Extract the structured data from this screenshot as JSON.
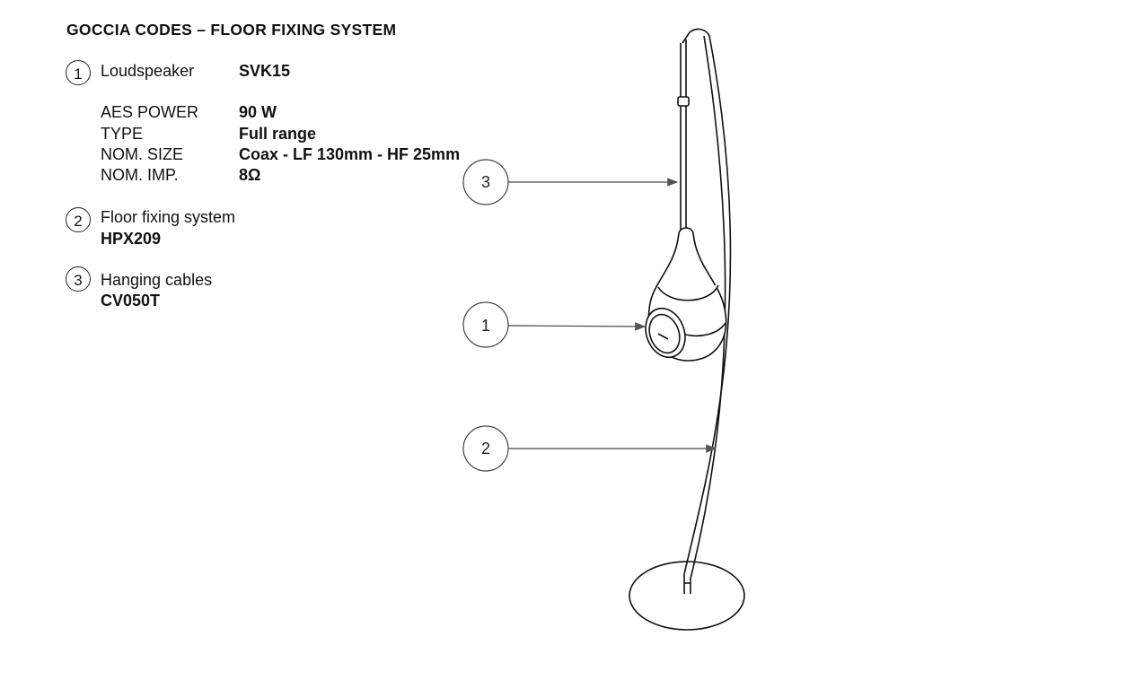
{
  "title": "GOCCIA CODES – FLOOR FIXING SYSTEM",
  "items": [
    {
      "number": "1",
      "label": "Loudspeaker",
      "code": "SVK15"
    },
    {
      "number": "2",
      "label": "Floor fixing system",
      "code": "HPX209"
    },
    {
      "number": "3",
      "label": "Hanging cables",
      "code": "CV050T"
    }
  ],
  "specs": [
    {
      "label": "AES POWER",
      "value": "90 W"
    },
    {
      "label": "TYPE",
      "value": "Full range"
    },
    {
      "label": "NOM. SIZE",
      "value": "Coax - LF 130mm - HF 25mm"
    },
    {
      "label": "NOM. IMP.",
      "value": "8Ω"
    }
  ],
  "callouts": [
    {
      "number": "3",
      "target": "Hanging cables"
    },
    {
      "number": "1",
      "target": "Loudspeaker"
    },
    {
      "number": "2",
      "target": "Floor fixing system"
    }
  ]
}
